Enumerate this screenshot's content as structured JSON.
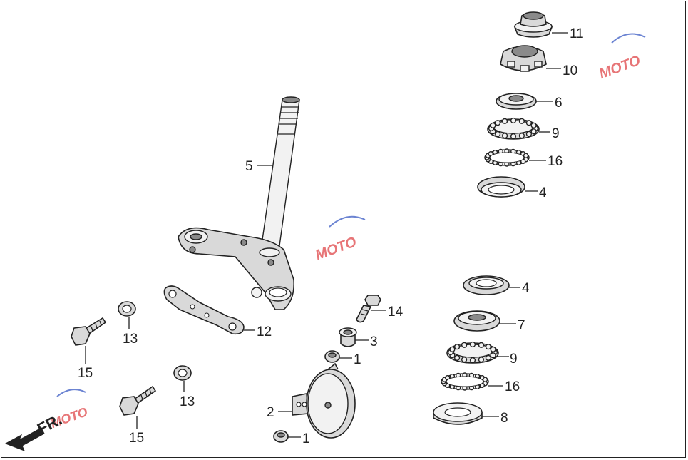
{
  "diagram": {
    "callouts": {
      "c11": "11",
      "c10": "10",
      "c6": "6",
      "c9a": "9",
      "c16a": "16",
      "c4a": "4",
      "c5": "5",
      "c4b": "4",
      "c7": "7",
      "c14": "14",
      "c3": "3",
      "c1a": "1",
      "c9b": "9",
      "c16b": "16",
      "c2": "2",
      "c8": "8",
      "c1b": "1",
      "c12": "12",
      "c13a": "13",
      "c13b": "13",
      "c15a": "15",
      "c15b": "15"
    },
    "direction_label": "FR.",
    "watermark_text": "MOTO",
    "colors": {
      "line": "#222222",
      "part_fill": "#d9d9d9",
      "watermark_red": "#e0484a",
      "watermark_blue": "#3b5cc4"
    }
  }
}
